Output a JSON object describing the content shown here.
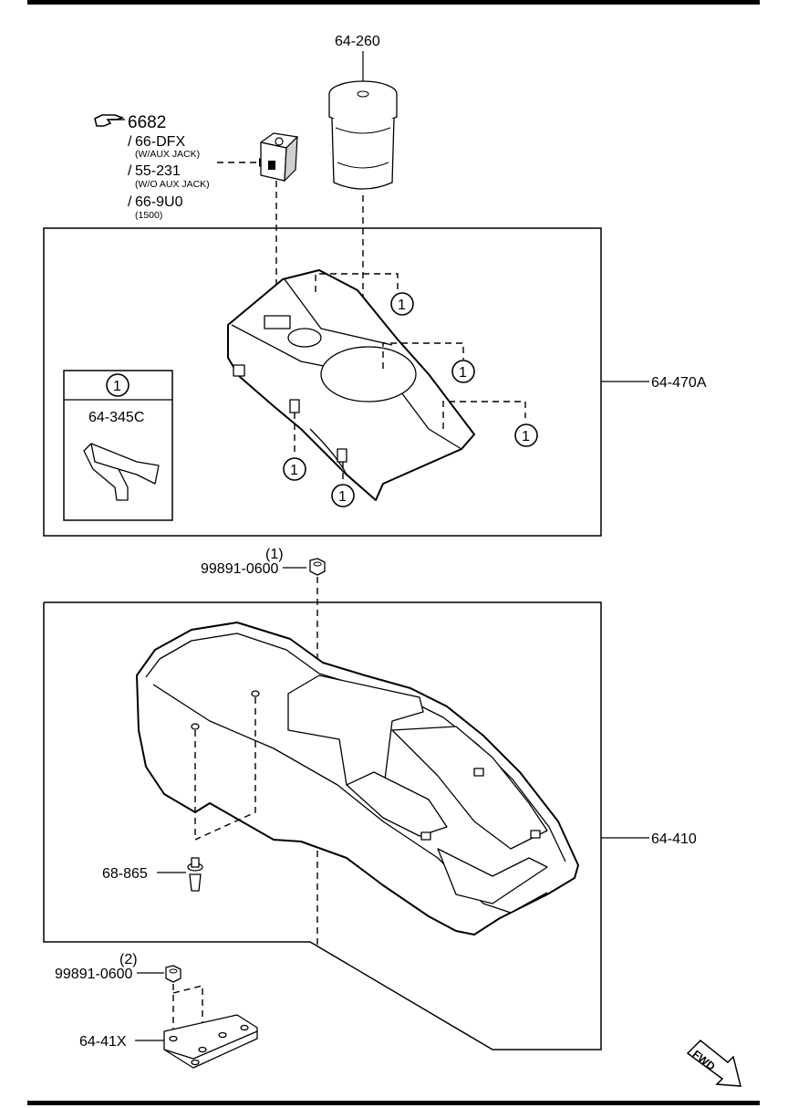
{
  "reference": {
    "main": "6682",
    "items": [
      {
        "number": "66-DFX",
        "note": "(W/AUX JACK)"
      },
      {
        "number": "55-231",
        "note": "(W/O AUX JACK)"
      },
      {
        "number": "66-9U0",
        "note": "(1500)"
      }
    ]
  },
  "parts": {
    "cup_holder": "64-260",
    "console_upper": "64-470A",
    "clip": "64-345C",
    "nut_1_qty": "(1)",
    "nut_1": "99891-0600",
    "console_lower": "64-410",
    "rivet": "68-865",
    "nut_2_qty": "(2)",
    "nut_2": "99891-0600",
    "bracket": "64-41X"
  },
  "callout": "1",
  "fwd_label": "FWD"
}
